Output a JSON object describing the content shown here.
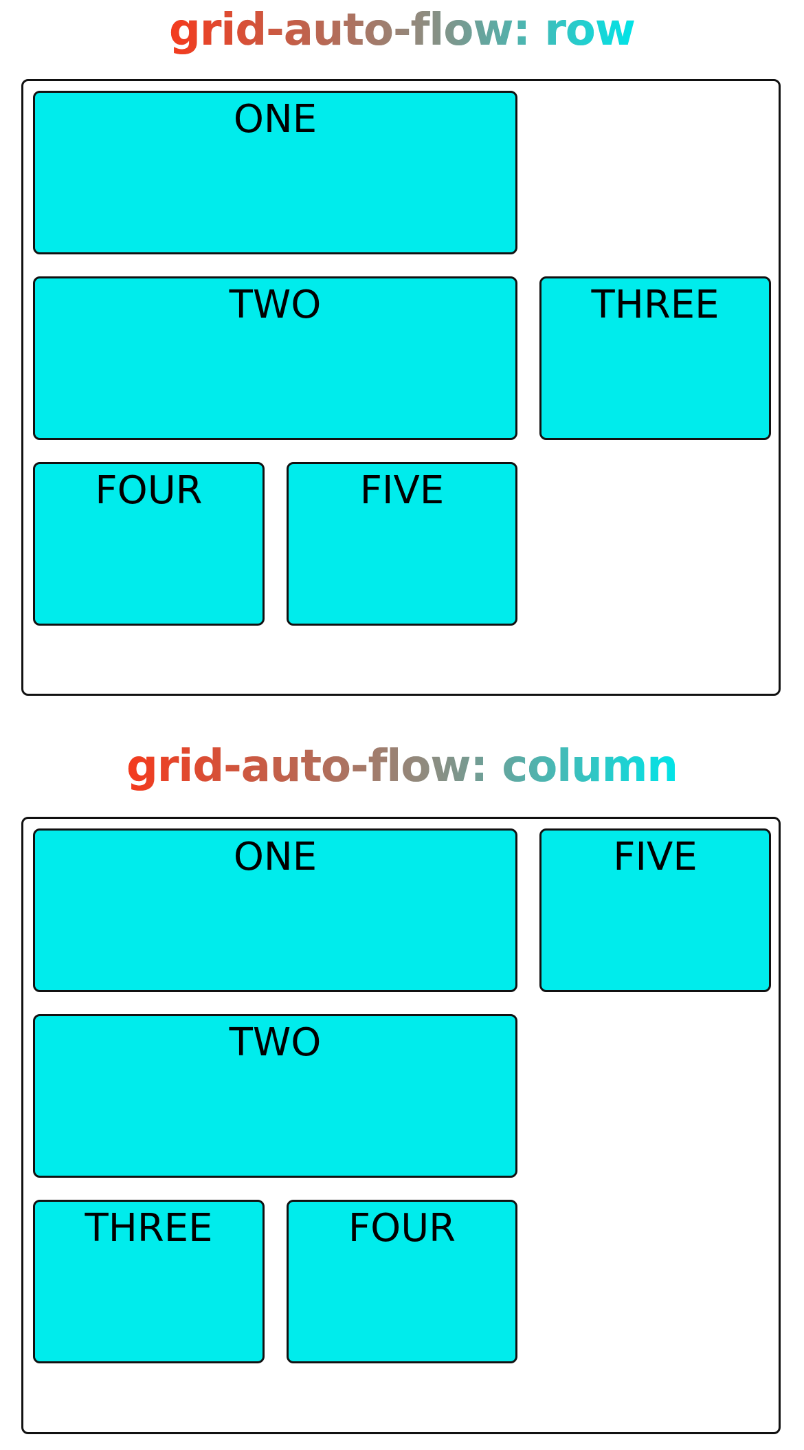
{
  "sections": {
    "row": {
      "title": "grid-auto-flow: row",
      "items": {
        "one": "ONE",
        "two": "TWO",
        "three": "THREE",
        "four": "FOUR",
        "five": "FIVE"
      }
    },
    "column": {
      "title": "grid-auto-flow: column",
      "items": {
        "one": "ONE",
        "two": "TWO",
        "three": "THREE",
        "four": "FOUR",
        "five": "FIVE"
      }
    }
  },
  "colors": {
    "item_background": "#00ECEC",
    "border": "#111111",
    "title_gradient_start": "#F43A1D",
    "title_gradient_end": "#00E3E7"
  }
}
